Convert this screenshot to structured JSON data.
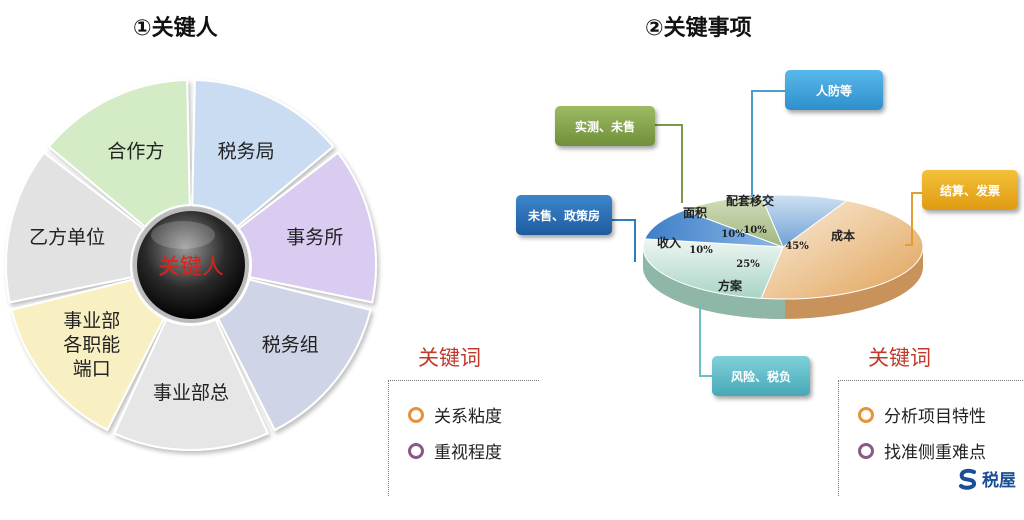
{
  "left": {
    "title": "①关键人",
    "center": "关键人",
    "segments": [
      {
        "label": "税务局",
        "color": "#c9dcf2"
      },
      {
        "label": "事务所",
        "color": "#d9ccf0"
      },
      {
        "label": "税务组",
        "color": "#cfd5e6"
      },
      {
        "label": "事业部总",
        "color": "#e6e6e6"
      },
      {
        "label": "事业部各职能端口",
        "lines": [
          "事业部",
          "各职能",
          "端口"
        ],
        "color": "#f8f0c2"
      },
      {
        "label": "乙方单位",
        "color": "#e2e2e2"
      },
      {
        "label": "合作方",
        "color": "#d3ecc6"
      }
    ]
  },
  "right": {
    "title": "②关键事项",
    "pie_labels": [
      {
        "label": "成本",
        "pct": "45%"
      },
      {
        "label": "方案",
        "pct": "25%"
      },
      {
        "label": "收入",
        "pct": "10%"
      },
      {
        "label": "面积",
        "pct": "10%"
      },
      {
        "label": "配套移交",
        "pct": "10%"
      }
    ],
    "callouts": {
      "renfang": "人防等",
      "shice": "实测、未售",
      "jiesuan": "结算、发票",
      "weishou": "未售、政策房",
      "fengxian": "风险、税负"
    }
  },
  "keywords_left": {
    "title": "关键词",
    "items": [
      "关系粘度",
      "重视程度"
    ]
  },
  "keywords_right": {
    "title": "关键词",
    "items": [
      "分析项目特性",
      "找准侧重难点"
    ]
  },
  "logo": {
    "text": "税屋"
  },
  "colors": {
    "ring_orange": "#e8923a",
    "ring_purple": "#8a5a86",
    "keyword_red": "#c0392b"
  }
}
